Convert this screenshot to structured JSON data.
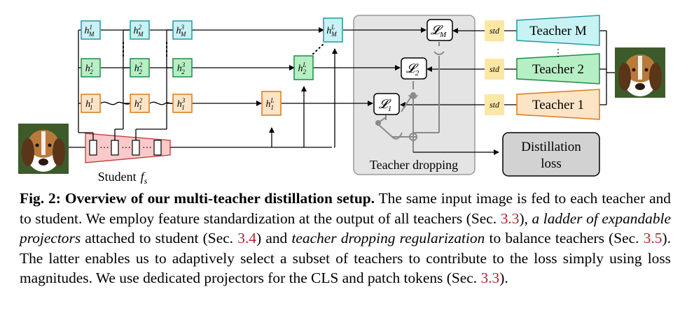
{
  "figure": {
    "student_label": "Student",
    "student_symbol": "f",
    "student_subscript": "s",
    "teachers": [
      {
        "label": "Teacher M",
        "fill": "#c8f2f3",
        "stroke": "#1e9aa0"
      },
      {
        "label": "Teacher 2",
        "fill": "#b6efc4",
        "stroke": "#1e8a48"
      },
      {
        "label": "Teacher 1",
        "fill": "#fde4c6",
        "stroke": "#d97a16"
      }
    ],
    "teacher_dots": "⋮",
    "std_label": "std",
    "std_fill": "#fde7a4",
    "losses": [
      {
        "symbol": "𝓛",
        "sub": "M"
      },
      {
        "symbol": "𝓛",
        "sub": "2"
      },
      {
        "symbol": "𝓛",
        "sub": "1"
      }
    ],
    "dropping_label": "Teacher dropping",
    "distillation_line1": "Distillation",
    "distillation_line2": "loss",
    "projector_rows": [
      {
        "sub": "M",
        "fill": "#c8f2f3",
        "stroke": "#1e9aa0",
        "sups": [
          "1",
          "2",
          "3",
          "L"
        ]
      },
      {
        "sub": "2",
        "fill": "#b6efc4",
        "stroke": "#1e8a48",
        "sups": [
          "1",
          "2",
          "3",
          "L"
        ]
      },
      {
        "sub": "1",
        "fill": "#fde4c6",
        "stroke": "#d97a16",
        "sups": [
          "1",
          "2",
          "3",
          "L"
        ]
      }
    ],
    "projector_letter": "h",
    "student_fill": "#fbc9c9",
    "student_stroke": "#c0393b"
  },
  "caption": {
    "fig_label": "Fig. 2:",
    "fig_title": "Overview of our multi-teacher distillation setup.",
    "t1": "The same input image is fed to each teacher and to student. We employ feature standardization at the output of all teachers (Sec.",
    "ref1": "3.3",
    "t2": "),",
    "i1": "a ladder of expandable projectors",
    "t3": "attached to student (Sec.",
    "ref2": "3.4",
    "t4": ") and",
    "i2": "teacher dropping regularization",
    "t5": "to balance teachers (Sec.",
    "ref3": "3.5",
    "t6": "). The latter enables us to adaptively select a subset of teachers to contribute to the loss simply using loss magnitudes. We use dedicated projectors for the CLS and patch tokens (Sec.",
    "ref4": "3.3",
    "t7": ")."
  }
}
